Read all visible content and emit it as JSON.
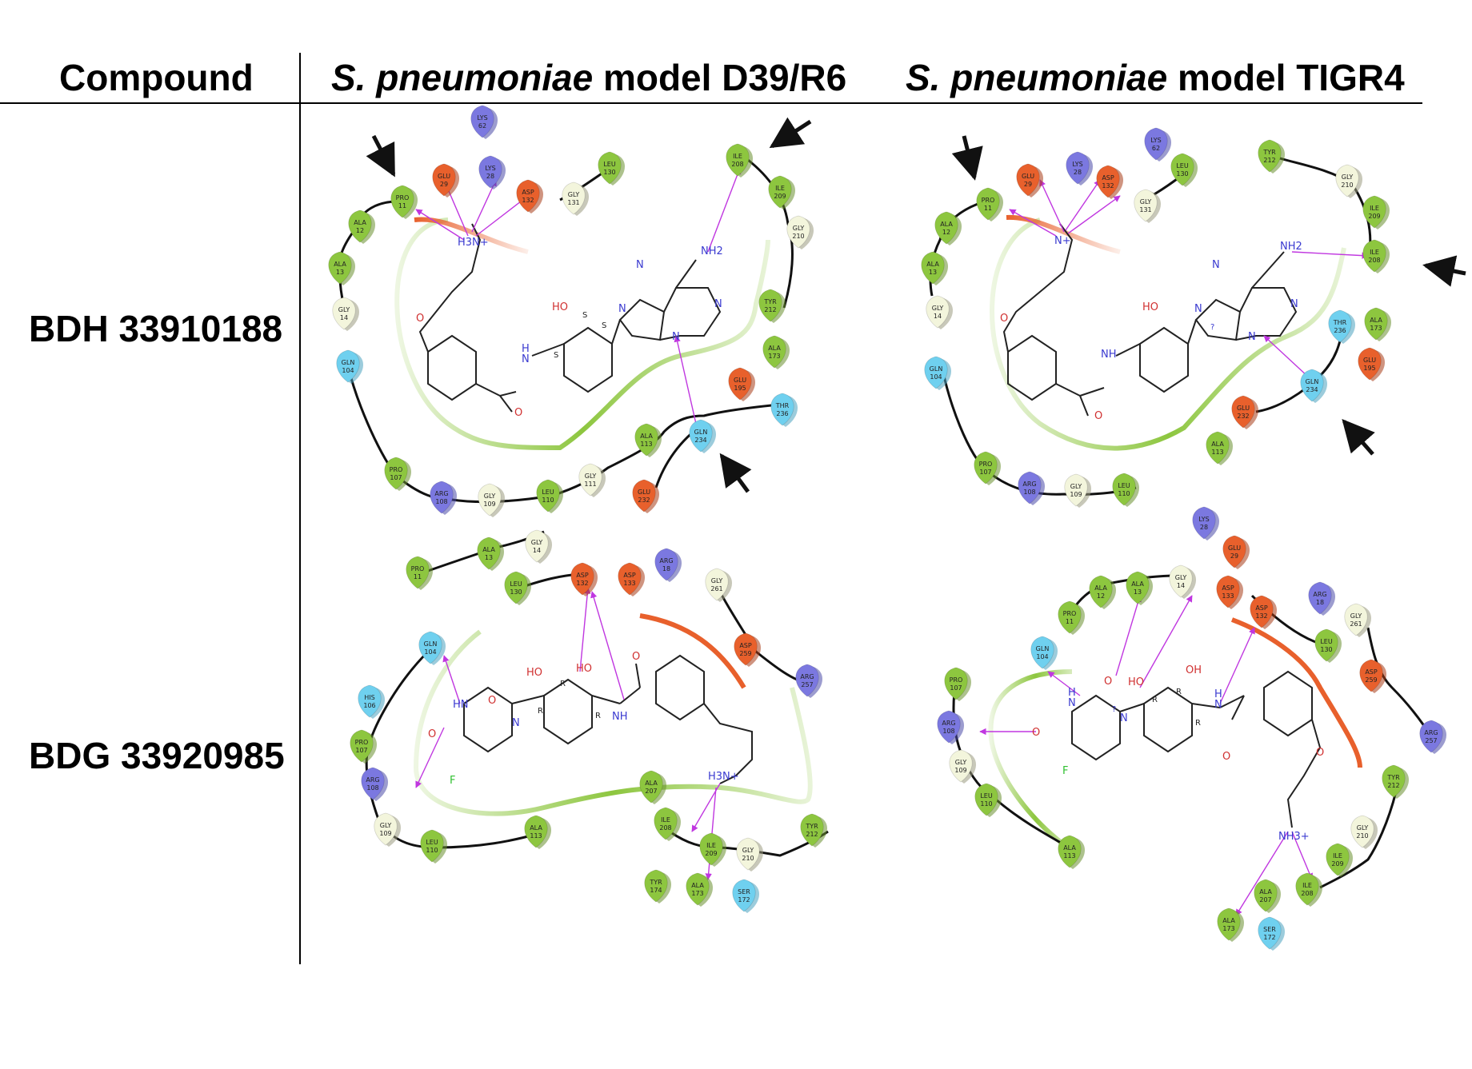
{
  "headers": {
    "compound": "Compound",
    "d39_species": "S. pneumoniae",
    "d39_model": " model D39/R6",
    "tigr4_species": "S. pneumoniae",
    "tigr4_model": " model TIGR4"
  },
  "compounds": [
    {
      "label": "BDH 33910188"
    },
    {
      "label": "BDG 33920985"
    }
  ],
  "colors": {
    "hydrophobic": "#8dc63f",
    "polar": "#6fd0ef",
    "negative": "#e8602c",
    "positive": "#7b78e0",
    "glycine": "#f3f5dc",
    "hbond": "#c037e0",
    "backbone": "#111111"
  },
  "panels": {
    "p1": {
      "residues": [
        {
          "name": "LYS",
          "num": "62",
          "type": "positive"
        },
        {
          "name": "GLU",
          "num": "29",
          "type": "negative"
        },
        {
          "name": "LYS",
          "num": "28",
          "type": "positive"
        },
        {
          "name": "ASP",
          "num": "132",
          "type": "negative"
        },
        {
          "name": "GLY",
          "num": "131",
          "type": "glycine"
        },
        {
          "name": "LEU",
          "num": "130",
          "type": "hydrophobic"
        },
        {
          "name": "PRO",
          "num": "11",
          "type": "hydrophobic"
        },
        {
          "name": "ALA",
          "num": "12",
          "type": "hydrophobic"
        },
        {
          "name": "ALA",
          "num": "13",
          "type": "hydrophobic"
        },
        {
          "name": "GLY",
          "num": "14",
          "type": "glycine"
        },
        {
          "name": "GLN",
          "num": "104",
          "type": "polar"
        },
        {
          "name": "PRO",
          "num": "107",
          "type": "hydrophobic"
        },
        {
          "name": "ARG",
          "num": "108",
          "type": "positive"
        },
        {
          "name": "GLY",
          "num": "109",
          "type": "glycine"
        },
        {
          "name": "LEU",
          "num": "110",
          "type": "hydrophobic"
        },
        {
          "name": "GLY",
          "num": "111",
          "type": "glycine"
        },
        {
          "name": "ALA",
          "num": "113",
          "type": "hydrophobic"
        },
        {
          "name": "GLN",
          "num": "234",
          "type": "polar"
        },
        {
          "name": "GLU",
          "num": "232",
          "type": "negative"
        },
        {
          "name": "THR",
          "num": "236",
          "type": "polar"
        },
        {
          "name": "GLU",
          "num": "195",
          "type": "negative"
        },
        {
          "name": "ALA",
          "num": "173",
          "type": "hydrophobic"
        },
        {
          "name": "TYR",
          "num": "212",
          "type": "hydrophobic"
        },
        {
          "name": "GLY",
          "num": "210",
          "type": "glycine"
        },
        {
          "name": "ILE",
          "num": "209",
          "type": "hydrophobic"
        },
        {
          "name": "ILE",
          "num": "208",
          "type": "hydrophobic"
        }
      ],
      "atoms": [
        "H3N+",
        "HO",
        "NH2",
        "N",
        "N",
        "N",
        "N",
        "O",
        "O",
        "H",
        "N",
        "S",
        "S",
        "S"
      ]
    },
    "p2": {
      "residues": [
        {
          "name": "LYS",
          "num": "62",
          "type": "positive"
        },
        {
          "name": "GLU",
          "num": "29",
          "type": "negative"
        },
        {
          "name": "LYS",
          "num": "28",
          "type": "positive"
        },
        {
          "name": "ASP",
          "num": "132",
          "type": "negative"
        },
        {
          "name": "GLY",
          "num": "131",
          "type": "glycine"
        },
        {
          "name": "LEU",
          "num": "130",
          "type": "hydrophobic"
        },
        {
          "name": "TYR",
          "num": "212",
          "type": "hydrophobic"
        },
        {
          "name": "GLY",
          "num": "210",
          "type": "glycine"
        },
        {
          "name": "ILE",
          "num": "209",
          "type": "hydrophobic"
        },
        {
          "name": "ILE",
          "num": "208",
          "type": "hydrophobic"
        },
        {
          "name": "PRO",
          "num": "11",
          "type": "hydrophobic"
        },
        {
          "name": "ALA",
          "num": "12",
          "type": "hydrophobic"
        },
        {
          "name": "ALA",
          "num": "13",
          "type": "hydrophobic"
        },
        {
          "name": "GLY",
          "num": "14",
          "type": "glycine"
        },
        {
          "name": "GLN",
          "num": "104",
          "type": "polar"
        },
        {
          "name": "PRO",
          "num": "107",
          "type": "hydrophobic"
        },
        {
          "name": "ARG",
          "num": "108",
          "type": "positive"
        },
        {
          "name": "GLY",
          "num": "109",
          "type": "glycine"
        },
        {
          "name": "LEU",
          "num": "110",
          "type": "hydrophobic"
        },
        {
          "name": "ALA",
          "num": "113",
          "type": "hydrophobic"
        },
        {
          "name": "GLU",
          "num": "232",
          "type": "negative"
        },
        {
          "name": "GLN",
          "num": "234",
          "type": "polar"
        },
        {
          "name": "THR",
          "num": "236",
          "type": "polar"
        },
        {
          "name": "ALA",
          "num": "173",
          "type": "hydrophobic"
        },
        {
          "name": "GLU",
          "num": "195",
          "type": "negative"
        }
      ],
      "atoms": [
        "N+",
        "HO",
        "NH2",
        "N",
        "N",
        "N",
        "N",
        "O",
        "O",
        "NH",
        "?"
      ]
    },
    "p3": {
      "residues": [
        {
          "name": "GLY",
          "num": "14",
          "type": "glycine"
        },
        {
          "name": "ALA",
          "num": "13",
          "type": "hydrophobic"
        },
        {
          "name": "PRO",
          "num": "11",
          "type": "hydrophobic"
        },
        {
          "name": "LEU",
          "num": "130",
          "type": "hydrophobic"
        },
        {
          "name": "ASP",
          "num": "132",
          "type": "negative"
        },
        {
          "name": "ASP",
          "num": "133",
          "type": "negative"
        },
        {
          "name": "ARG",
          "num": "18",
          "type": "positive"
        },
        {
          "name": "GLY",
          "num": "261",
          "type": "glycine"
        },
        {
          "name": "ASP",
          "num": "259",
          "type": "negative"
        },
        {
          "name": "ARG",
          "num": "257",
          "type": "positive"
        },
        {
          "name": "GLN",
          "num": "104",
          "type": "polar"
        },
        {
          "name": "HIS",
          "num": "106",
          "type": "polar"
        },
        {
          "name": "PRO",
          "num": "107",
          "type": "hydrophobic"
        },
        {
          "name": "ARG",
          "num": "108",
          "type": "positive"
        },
        {
          "name": "GLY",
          "num": "109",
          "type": "glycine"
        },
        {
          "name": "LEU",
          "num": "110",
          "type": "hydrophobic"
        },
        {
          "name": "ALA",
          "num": "113",
          "type": "hydrophobic"
        },
        {
          "name": "ALA",
          "num": "207",
          "type": "hydrophobic"
        },
        {
          "name": "ILE",
          "num": "208",
          "type": "hydrophobic"
        },
        {
          "name": "ILE",
          "num": "209",
          "type": "hydrophobic"
        },
        {
          "name": "GLY",
          "num": "210",
          "type": "glycine"
        },
        {
          "name": "TYR",
          "num": "212",
          "type": "hydrophobic"
        },
        {
          "name": "TYR",
          "num": "174",
          "type": "hydrophobic"
        },
        {
          "name": "ALA",
          "num": "173",
          "type": "hydrophobic"
        },
        {
          "name": "SER",
          "num": "172",
          "type": "polar"
        }
      ],
      "atoms": [
        "HN",
        "O",
        "O",
        "F",
        "N",
        "HO",
        "HO",
        "NH",
        "O",
        "H3N+",
        "R",
        "R",
        "R"
      ]
    },
    "p4": {
      "residues": [
        {
          "name": "LYS",
          "num": "28",
          "type": "positive"
        },
        {
          "name": "GLU",
          "num": "29",
          "type": "negative"
        },
        {
          "name": "ALA",
          "num": "12",
          "type": "hydrophobic"
        },
        {
          "name": "ALA",
          "num": "13",
          "type": "hydrophobic"
        },
        {
          "name": "GLY",
          "num": "14",
          "type": "glycine"
        },
        {
          "name": "PRO",
          "num": "11",
          "type": "hydrophobic"
        },
        {
          "name": "ASP",
          "num": "133",
          "type": "negative"
        },
        {
          "name": "ASP",
          "num": "132",
          "type": "negative"
        },
        {
          "name": "ARG",
          "num": "18",
          "type": "positive"
        },
        {
          "name": "GLY",
          "num": "261",
          "type": "glycine"
        },
        {
          "name": "LEU",
          "num": "130",
          "type": "hydrophobic"
        },
        {
          "name": "ASP",
          "num": "259",
          "type": "negative"
        },
        {
          "name": "ARG",
          "num": "257",
          "type": "positive"
        },
        {
          "name": "GLN",
          "num": "104",
          "type": "polar"
        },
        {
          "name": "PRO",
          "num": "107",
          "type": "hydrophobic"
        },
        {
          "name": "ARG",
          "num": "108",
          "type": "positive"
        },
        {
          "name": "GLY",
          "num": "109",
          "type": "glycine"
        },
        {
          "name": "LEU",
          "num": "110",
          "type": "hydrophobic"
        },
        {
          "name": "ALA",
          "num": "113",
          "type": "hydrophobic"
        },
        {
          "name": "TYR",
          "num": "212",
          "type": "hydrophobic"
        },
        {
          "name": "GLY",
          "num": "210",
          "type": "glycine"
        },
        {
          "name": "ILE",
          "num": "209",
          "type": "hydrophobic"
        },
        {
          "name": "ILE",
          "num": "208",
          "type": "hydrophobic"
        },
        {
          "name": "ALA",
          "num": "207",
          "type": "hydrophobic"
        },
        {
          "name": "ALA",
          "num": "173",
          "type": "hydrophobic"
        },
        {
          "name": "SER",
          "num": "172",
          "type": "polar"
        }
      ],
      "atoms": [
        "H",
        "N",
        "O",
        "O",
        "F",
        "N",
        "?",
        "HO",
        "OH",
        "H",
        "N",
        "O",
        "O",
        "NH3+",
        "R",
        "R",
        "R"
      ]
    }
  }
}
